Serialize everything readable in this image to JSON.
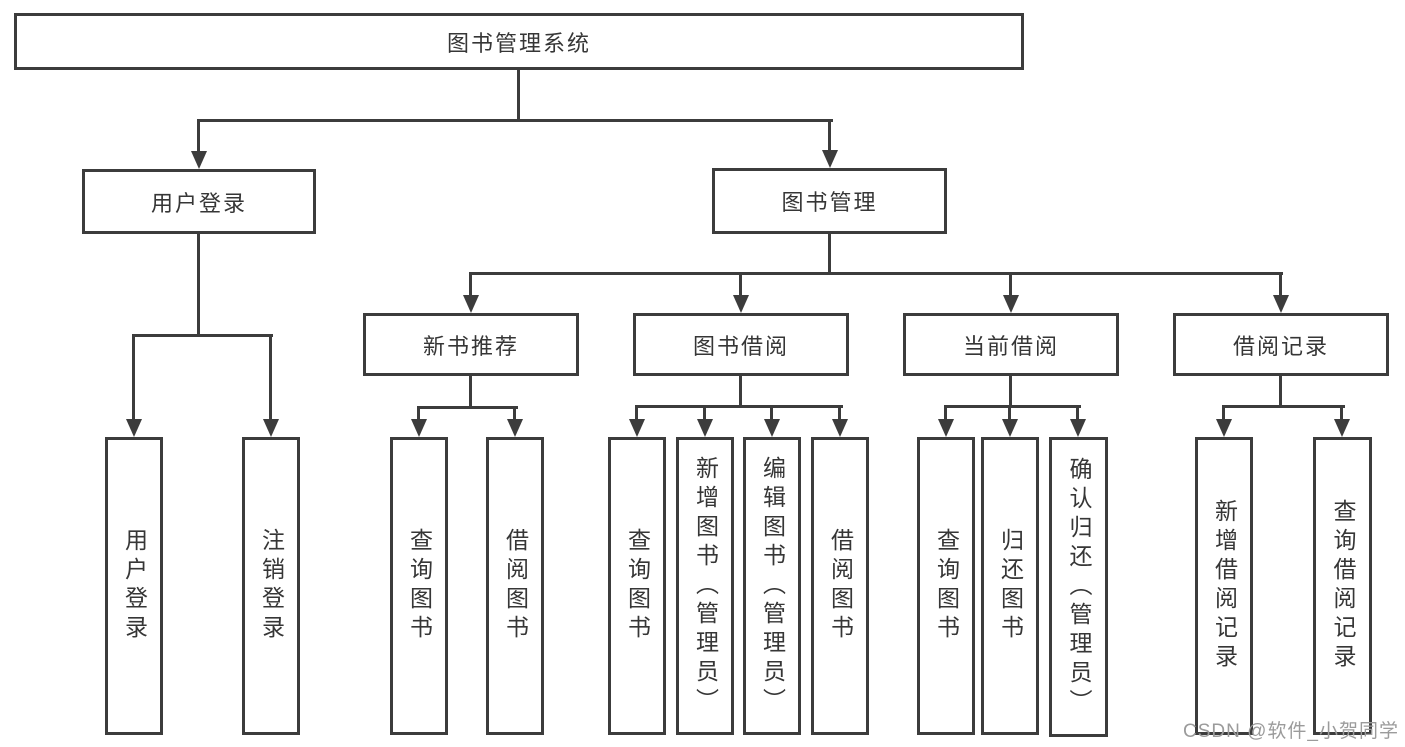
{
  "diagram": {
    "root": {
      "label": "图书管理系统"
    },
    "level2": [
      {
        "label": "用户登录"
      },
      {
        "label": "图书管理"
      }
    ],
    "level3": [
      {
        "label": "新书推荐"
      },
      {
        "label": "图书借阅"
      },
      {
        "label": "当前借阅"
      },
      {
        "label": "借阅记录"
      }
    ],
    "leaves": {
      "user_login": [
        {
          "label": "用户登录"
        },
        {
          "label": "注销登录"
        }
      ],
      "new_book_recommend": [
        {
          "label": "查询图书"
        },
        {
          "label": "借阅图书"
        }
      ],
      "book_borrow": [
        {
          "label": "查询图书"
        },
        {
          "label": "新增图书（管理员）"
        },
        {
          "label": "编辑图书（管理员）"
        },
        {
          "label": "借阅图书"
        }
      ],
      "current_borrow": [
        {
          "label": "查询图书"
        },
        {
          "label": "归还图书"
        },
        {
          "label": "确认归还（管理员）"
        }
      ],
      "borrow_records": [
        {
          "label": "新增借阅记录"
        },
        {
          "label": "查询借阅记录"
        }
      ]
    },
    "watermark": "CSDN @软件_小贺同学",
    "colors": {
      "line": "#3c3c3c",
      "text": "#363636",
      "watermark": "#9b9b9b",
      "background": "#ffffff"
    }
  }
}
